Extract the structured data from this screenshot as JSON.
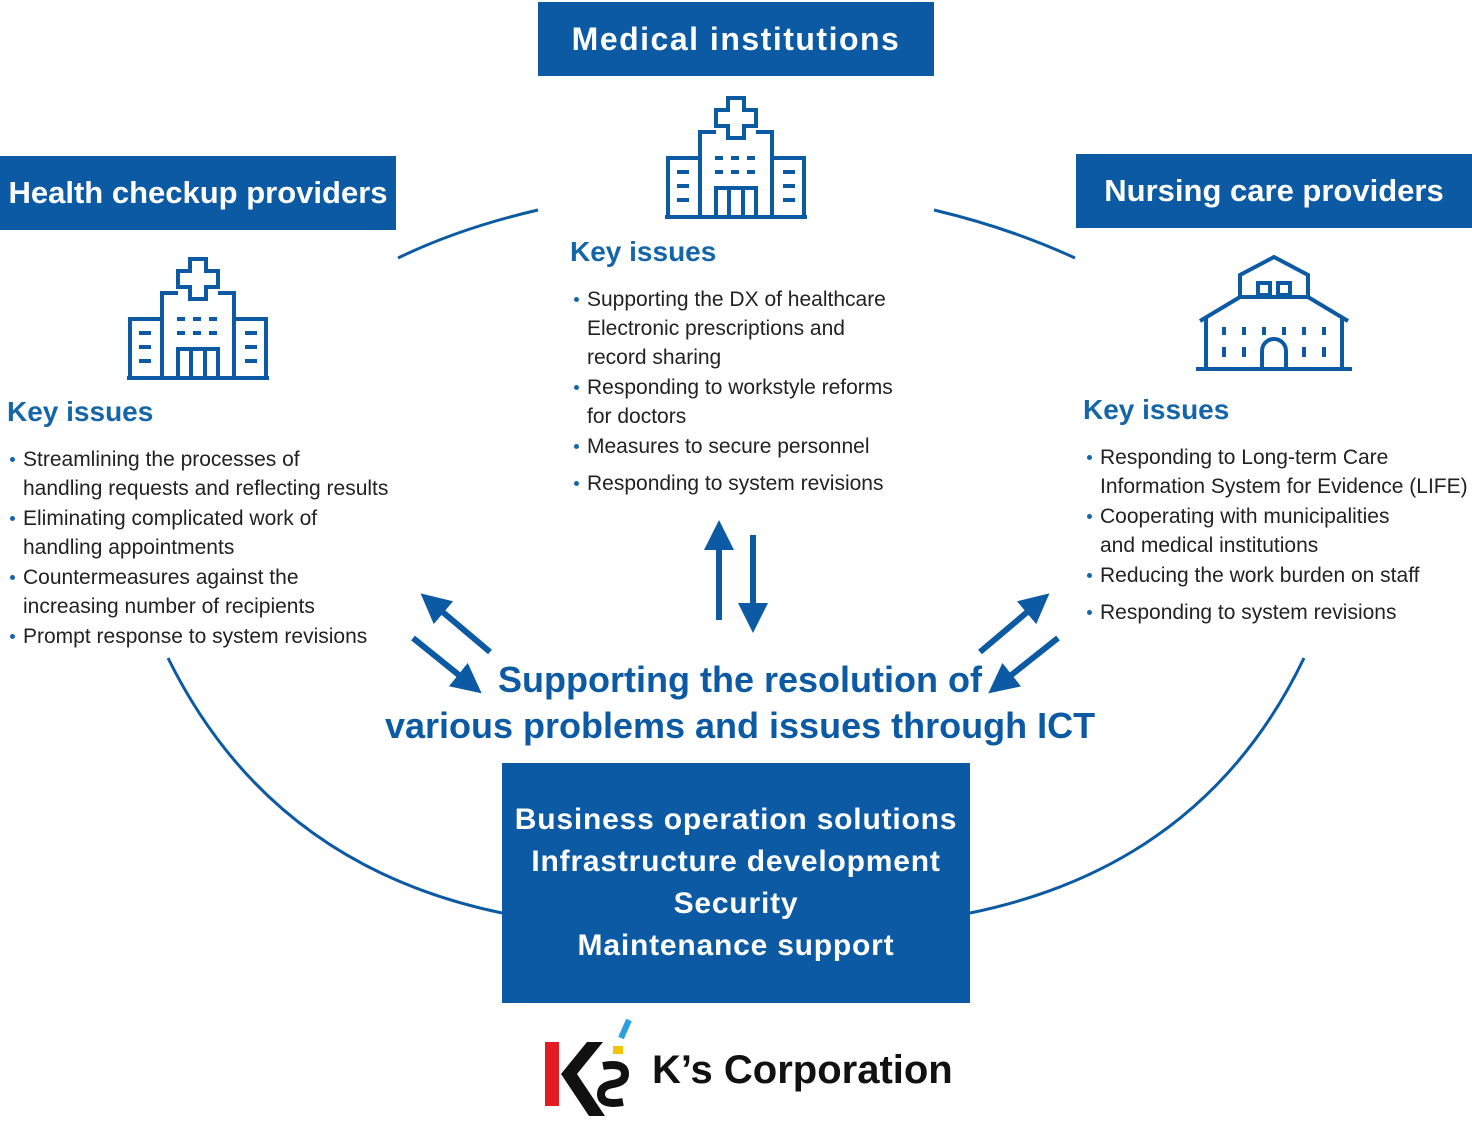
{
  "nodes": {
    "medical": {
      "label": "Medical institutions",
      "icon": "hospital-icon",
      "key_issues_title": "Key issues",
      "issues": [
        "Supporting the DX of healthcare\nElectronic prescriptions and\n record sharing",
        "Responding to workstyle reforms\n for doctors",
        "Measures to secure personnel",
        "Responding to system revisions"
      ]
    },
    "health": {
      "label": "Health checkup providers",
      "icon": "hospital-icon",
      "key_issues_title": "Key issues",
      "issues": [
        "Streamlining the processes of\n handling requests and reflecting results",
        "Eliminating complicated work of\n handling appointments",
        "Countermeasures against the\n increasing number of recipients",
        "Prompt response to system revisions"
      ]
    },
    "nursing": {
      "label": "Nursing care providers",
      "icon": "care-facility-icon",
      "key_issues_title": "Key issues",
      "issues": [
        "Responding to Long-term Care\n Information System for Evidence (LIFE)",
        "Cooperating with municipalities\n and medical institutions",
        "Reducing the work burden on staff",
        "Responding to system revisions"
      ]
    }
  },
  "center": {
    "line1": "Supporting the resolution of",
    "line2": "various problems and issues through ICT"
  },
  "solutions": [
    "Business operation solutions",
    "Infrastructure development",
    "Security",
    "Maintenance support"
  ],
  "company": {
    "name": "K’s Corporation",
    "logo_text": "K'S",
    "logo_icon": "ks-logo-icon"
  },
  "colors": {
    "primary": "#0b5aa3",
    "accent_text": "#1565a9",
    "logo_red": "#e31b23",
    "logo_yellow": "#f2c500",
    "logo_blue": "#2aa0e0"
  }
}
